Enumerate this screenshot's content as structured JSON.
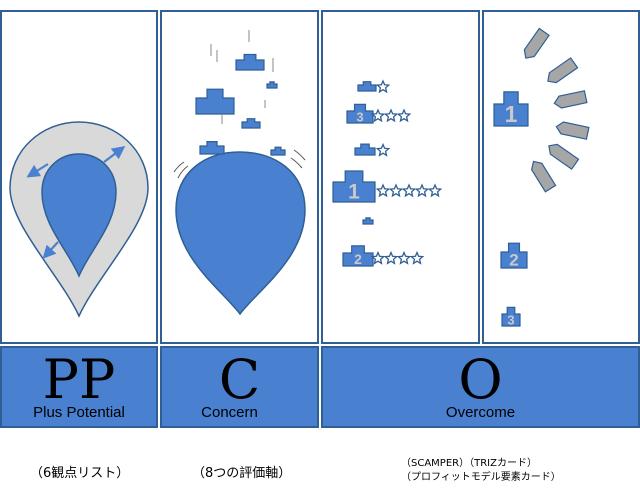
{
  "columns": [
    {
      "letter": "PP",
      "label": "Plus Potential",
      "note": "（6観点リスト）"
    },
    {
      "letter": "C",
      "label": "Concern",
      "note": "（8つの評価軸）"
    },
    {
      "letter": "O",
      "label": "Overcome",
      "note_line1": "（SCAMPER）（TRIZカード）",
      "note_line2": "（プロフィットモデル要素カード）"
    }
  ],
  "ranked_items": [
    {
      "rank": "",
      "stars": 1
    },
    {
      "rank": "3",
      "stars": 3
    },
    {
      "rank": "",
      "stars": 1
    },
    {
      "rank": "1",
      "stars": 5
    },
    {
      "rank": "",
      "stars": 0
    },
    {
      "rank": "2",
      "stars": 4
    }
  ],
  "stacked_ranks": [
    "1",
    "2",
    "3"
  ],
  "colors": {
    "accent": "#4a80d0",
    "border": "#2f5f95",
    "gray": "#a6a6a6",
    "light_gray": "#d9d9d9"
  }
}
